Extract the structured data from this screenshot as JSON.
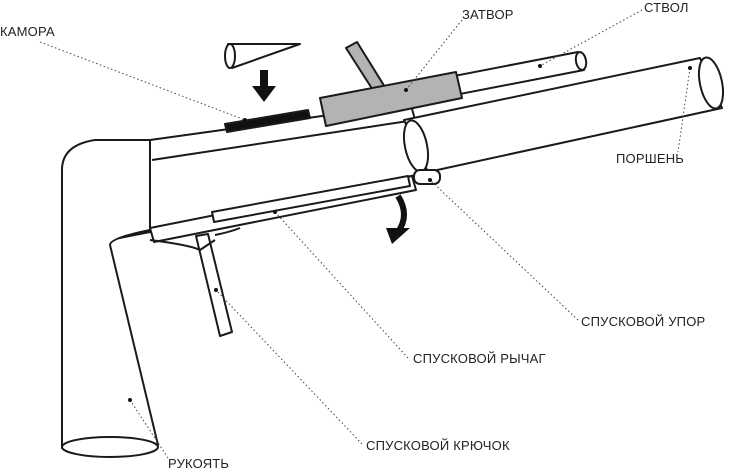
{
  "labels": {
    "chamber": "КАМОРА",
    "bolt": "ЗАТВОР",
    "barrel": "СТВОЛ",
    "piston": "ПОРШЕНЬ",
    "trigger_stop": "СПУСКОВОЙ УПОР",
    "trigger_lever": "СПУСКОВОЙ РЫЧАГ",
    "trigger": "СПУСКОВОЙ КРЮЧОК",
    "grip": "РУКОЯТЬ"
  },
  "colors": {
    "outline": "#1a1a1a",
    "bolt_fill": "#b3b3b3",
    "chamber_fill": "#111111"
  }
}
